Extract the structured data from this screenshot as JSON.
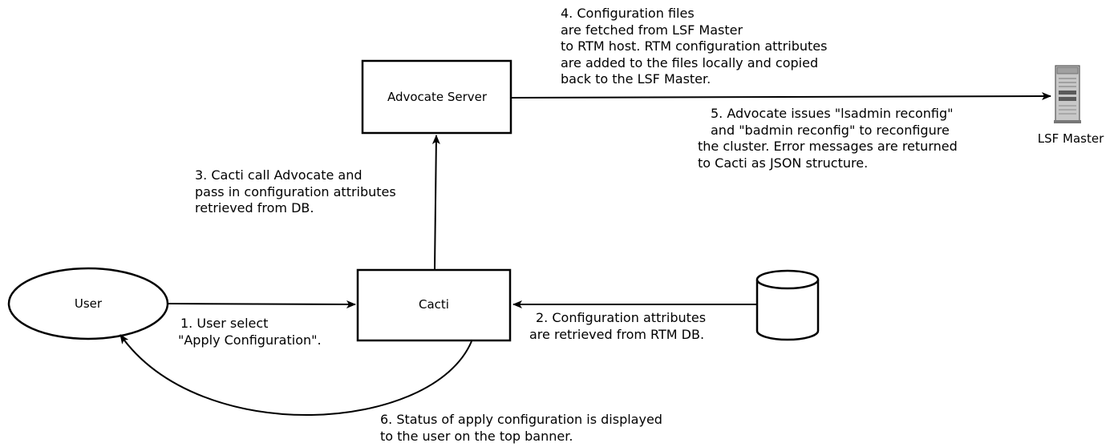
{
  "nodes": {
    "advocate_server": "Advocate Server",
    "cacti": "Cacti",
    "user": "User",
    "lsf_master": "LSF Master",
    "database_icon": "database-cylinder-icon",
    "server_icon": "server-tower-icon"
  },
  "steps": {
    "step1": [
      "1. User select",
      "\"Apply Configuration\"."
    ],
    "step2": [
      "2. Configuration attributes",
      "are retrieved from RTM DB."
    ],
    "step3": [
      "3. Cacti call Advocate and",
      "pass in configuration attributes",
      "retrieved from DB."
    ],
    "step4": [
      "4. Configuration files",
      "are fetched from LSF Master",
      "to RTM host. RTM configuration attributes",
      "are added to the files locally and copied",
      "back to the LSF Master."
    ],
    "step5": [
      "5. Advocate issues \"lsadmin reconfig\"",
      "and \"badmin reconfig\" to reconfigure",
      "the cluster. Error messages are returned",
      "to Cacti as JSON structure."
    ],
    "step6": [
      "6. Status of apply configuration is displayed",
      "to the user on the top banner."
    ]
  },
  "colors": {
    "stroke": "#000000",
    "background": "#ffffff",
    "server_body": "#c8c8c8",
    "server_dark": "#5a5a5a"
  }
}
